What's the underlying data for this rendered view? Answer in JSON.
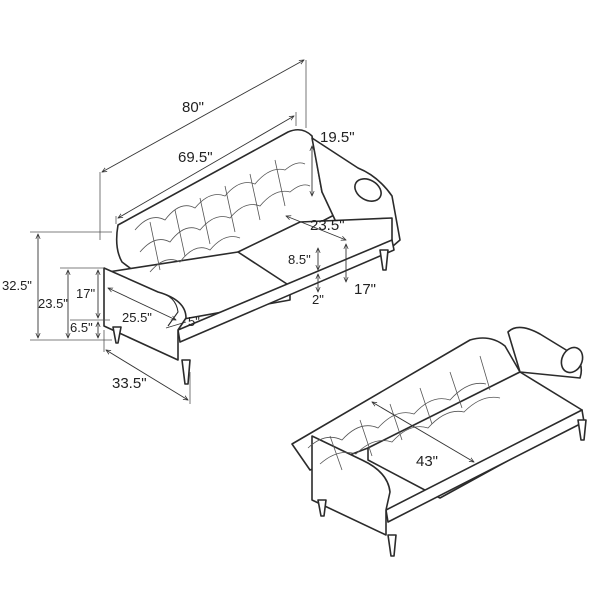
{
  "dimensions": {
    "overall_width": "80\"",
    "seat_width": "69.5\"",
    "arm_height": "19.5\"",
    "seat_depth": "23.5\"",
    "cushion_thickness": "8.5\"",
    "seat_height": "17\"",
    "leg_gap": "2\"",
    "total_height": "32.5\"",
    "side_height": "23.5\"",
    "side_seat_height": "17\"",
    "leg_height": "6.5\"",
    "arm_depth": "25.5\"",
    "arm_width": "5\"",
    "overall_depth": "33.5\"",
    "bed_depth": "43\""
  },
  "colors": {
    "outline": "#2b2b2b",
    "background": "#ffffff"
  }
}
